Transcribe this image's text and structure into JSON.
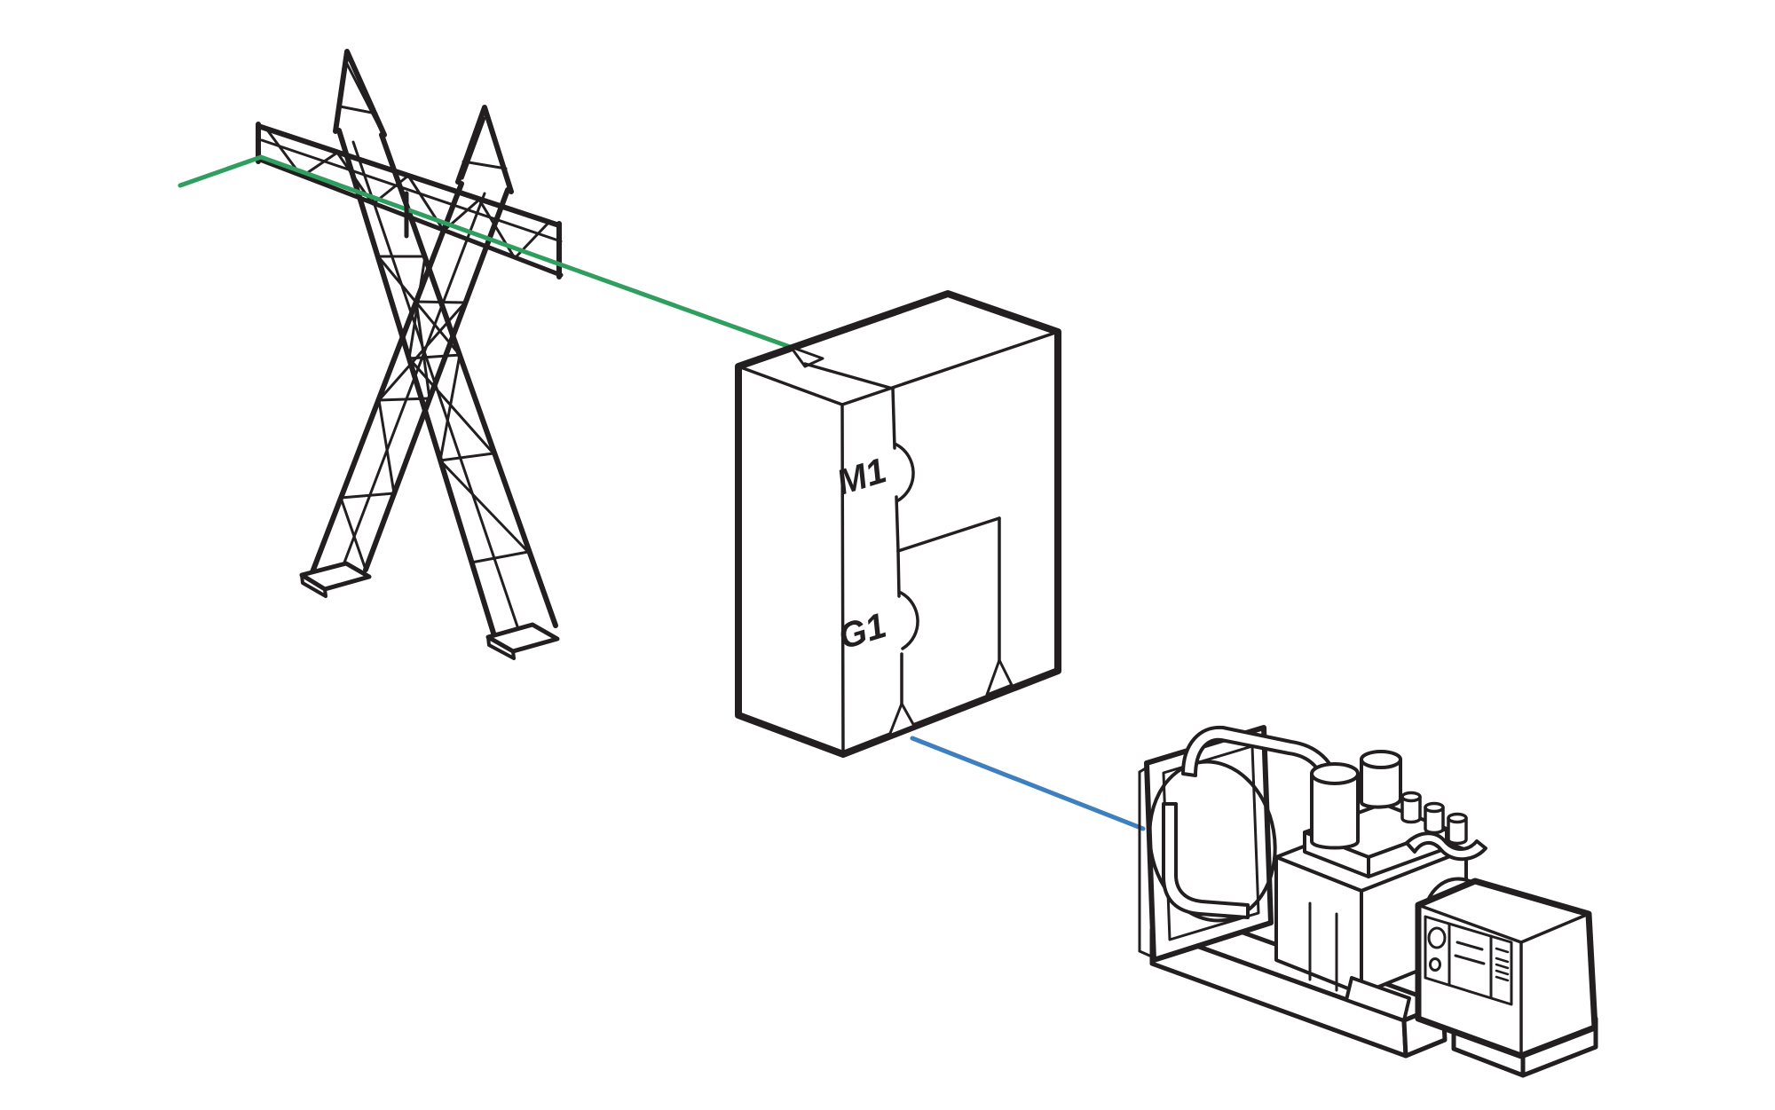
{
  "scene": {
    "background": "#ffffff",
    "labels": {
      "main_breaker": "M1",
      "generator_breaker": "G1"
    },
    "colors": {
      "outline": "#231f20",
      "utility_line": "#2f9e5f",
      "generator_line": "#3e7fbf"
    },
    "components": [
      {
        "id": "transmission-tower",
        "type": "utility-grid-source"
      },
      {
        "id": "utility-line",
        "type": "connection",
        "color_ref": "utility_line",
        "from": "transmission-tower",
        "to": "transfer-switch"
      },
      {
        "id": "transfer-switch",
        "type": "transfer-switch-cabinet",
        "breakers": [
          "M1",
          "G1"
        ]
      },
      {
        "id": "generator-line",
        "type": "connection",
        "color_ref": "generator_line",
        "from": "transfer-switch",
        "to": "generator-set"
      },
      {
        "id": "generator-set",
        "type": "standby-generator",
        "parts": [
          "radiator",
          "engine",
          "alternator",
          "control-panel",
          "skid-base"
        ]
      }
    ]
  }
}
